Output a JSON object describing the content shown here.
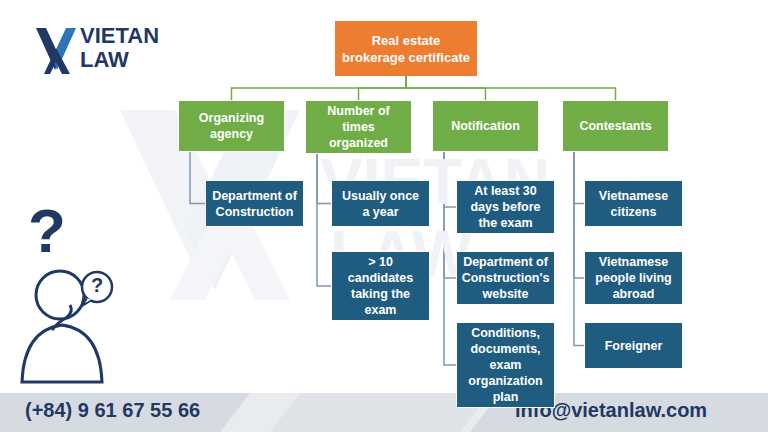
{
  "diagram": {
    "nodes": [
      {
        "text": [
          "Real estate brokerage certificate"
        ]
      },
      {
        "text": [
          "Organizing agency"
        ]
      },
      {
        "text": [
          "Number of times organized"
        ]
      },
      {
        "text": [
          "Notification"
        ]
      },
      {
        "text": [
          "Contestants"
        ]
      },
      {
        "text": [
          "Department of Construction"
        ]
      },
      {
        "text": [
          "Usually once a year"
        ]
      },
      {
        "text": [
          "> 10 candidates taking the exam"
        ]
      },
      {
        "text": [
          "At least 30 days before the exam"
        ]
      },
      {
        "text": [
          "Department of Construction's website"
        ]
      },
      {
        "text": [
          "Conditions, documents, exam organization plan"
        ]
      },
      {
        "text": [
          "Vietnamese citizens"
        ]
      },
      {
        "text": [
          "Vietnamese people living abroad"
        ]
      },
      {
        "text": [
          "Foreigner"
        ]
      }
    ],
    "edges": [
      {
        "from": 0,
        "to": 1,
        "arrow": "none"
      },
      {
        "from": 0,
        "to": 2,
        "arrow": "none"
      },
      {
        "from": 0,
        "to": 3,
        "arrow": "none"
      },
      {
        "from": 0,
        "to": 4,
        "arrow": "none"
      },
      {
        "from": 1,
        "to": 5,
        "arrow": "none"
      },
      {
        "from": 2,
        "to": 6,
        "arrow": "none"
      },
      {
        "from": 2,
        "to": 7,
        "arrow": "none"
      },
      {
        "from": 3,
        "to": 8,
        "arrow": "none"
      },
      {
        "from": 3,
        "to": 9,
        "arrow": "none"
      },
      {
        "from": 3,
        "to": 10,
        "arrow": "none"
      },
      {
        "from": 4,
        "to": 11,
        "arrow": "none"
      },
      {
        "from": 4,
        "to": 12,
        "arrow": "none"
      },
      {
        "from": 4,
        "to": 13,
        "arrow": "none"
      }
    ],
    "labels": [
      "VIETAN",
      "LAW",
      "VIETAN",
      "LAW",
      "?",
      "?",
      "(+84) 9 61 67 55 66",
      "info@vietanlaw.com"
    ]
  }
}
